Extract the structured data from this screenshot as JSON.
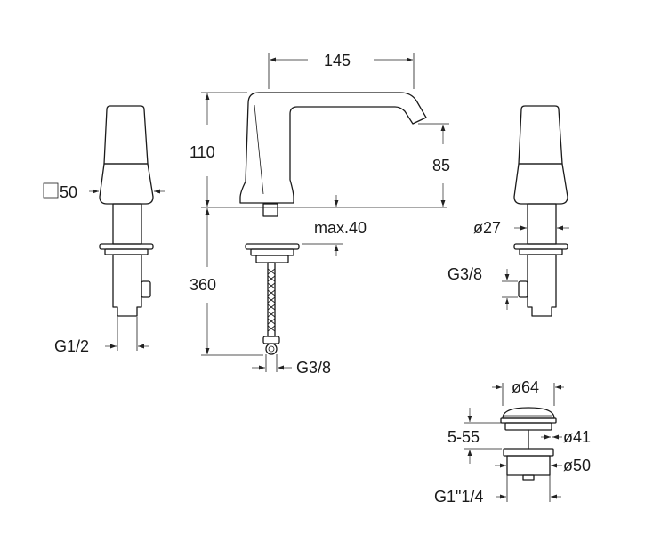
{
  "labels": {
    "width_145": "145",
    "height_110": "110",
    "height_85": "85",
    "max_40": "max.40",
    "length_360": "360",
    "g38_hose": "G3/8",
    "square_50": "50",
    "g12": "G1/2",
    "dia_27": "ø27",
    "g38_valve": "G3/8",
    "dia_64": "ø64",
    "range_5_55": "5-55",
    "dia_41": "ø41",
    "dia_50": "ø50",
    "g1_1_4": "G1\"1/4"
  }
}
